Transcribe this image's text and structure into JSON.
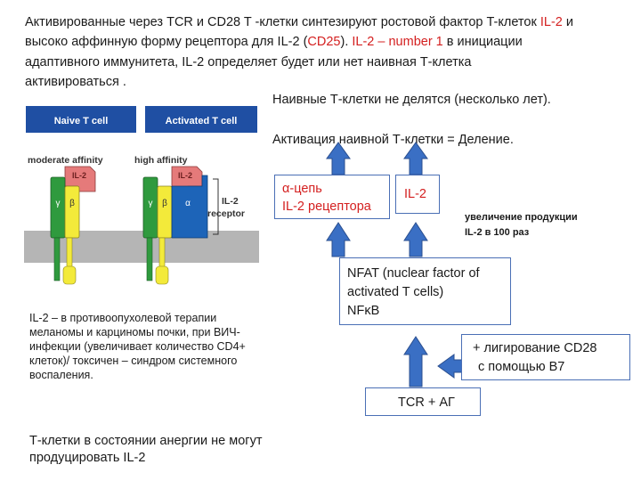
{
  "intro": {
    "line1_a": "Активированные  через TCR и CD28 T -клетки синтезируют ростовой фактор T-клеток ",
    "line1_il2": "IL-2",
    "line1_b": " и",
    "line2_a": "высоко аффинную форму рецептора для IL-2 (",
    "line2_cd25": "CD25",
    "line2_b": "). ",
    "line2_il2": "IL-2 – number 1",
    "line2_c": " в инициации",
    "line3": "адаптивного   иммунитета, IL-2 определяет будет или нет наивная Т-клетка",
    "line4": "активироваться ."
  },
  "naive_text": "Наивные Т-клетки не делятся (несколько лет).",
  "activation_text": "Активация наивной Т-клетки = Деление.",
  "figure": {
    "naive_header": "Naive T cell",
    "activated_header": "Activated T cell",
    "moderate_label": "moderate affinity",
    "high_label": "high affinity",
    "il2_label_1": "IL-2",
    "il2_label_2": "IL-2",
    "gamma_1": "γ",
    "beta_1": "β",
    "gamma_2": "γ",
    "beta_2": "β",
    "alpha": "α",
    "receptor_label_1": "IL-2",
    "receptor_label_2": "receptor"
  },
  "alpha_box": {
    "line1": "-цепь",
    "alpha_symbol": "α",
    "line2": "IL-2 рецептора"
  },
  "il2_box": "IL-2",
  "increase_text": {
    "line1": "увеличение продукции",
    "line2": "IL-2 в 100 раз"
  },
  "nfat_box": {
    "line1": "NFAT (nuclear factor of",
    "line2": "activated T cells)",
    "line3": "NFκB"
  },
  "therapy_text": {
    "line1": "IL-2 – в противоопухолевой терапии",
    "line2": "меланомы и карциномы почки, при ВИЧ-",
    "line3": "инфекции (увеличивает количество CD4+",
    "line4": "клеток)/ токсичен – синдром системного",
    "line5": "воспаления."
  },
  "cd28_box": {
    "line1": "+ лигирование CD28",
    "line2": "с помощью B7"
  },
  "tcr_box": "TCR + АГ",
  "anergy_text": {
    "line1": "Т-клетки в состоянии анергии не могут",
    "line2": "продуцировать IL-2"
  },
  "colors": {
    "arrow_fill": "#3a6fc4",
    "arrow_stroke": "#2b4f8f",
    "header_blue": "#1f4fa3",
    "yellow": "#f3ea3a",
    "green": "#2f9a3e",
    "receptor_blue": "#1d64b8",
    "il2_ligand": "#e57a7a",
    "membrane": "#b5b5b5",
    "red_text": "#d42020"
  }
}
